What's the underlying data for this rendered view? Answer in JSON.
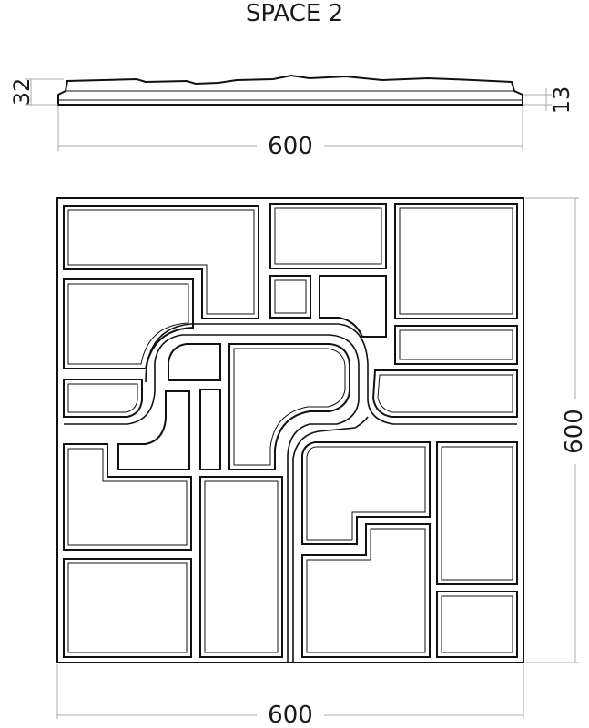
{
  "title": "SPACE 2",
  "profile": {
    "total_thickness": "32",
    "base_thickness": "13",
    "width": "600"
  },
  "plan": {
    "width": "600",
    "height": "600"
  },
  "colors": {
    "ink": "#111111",
    "dimension_line": "#a8a8a8"
  }
}
